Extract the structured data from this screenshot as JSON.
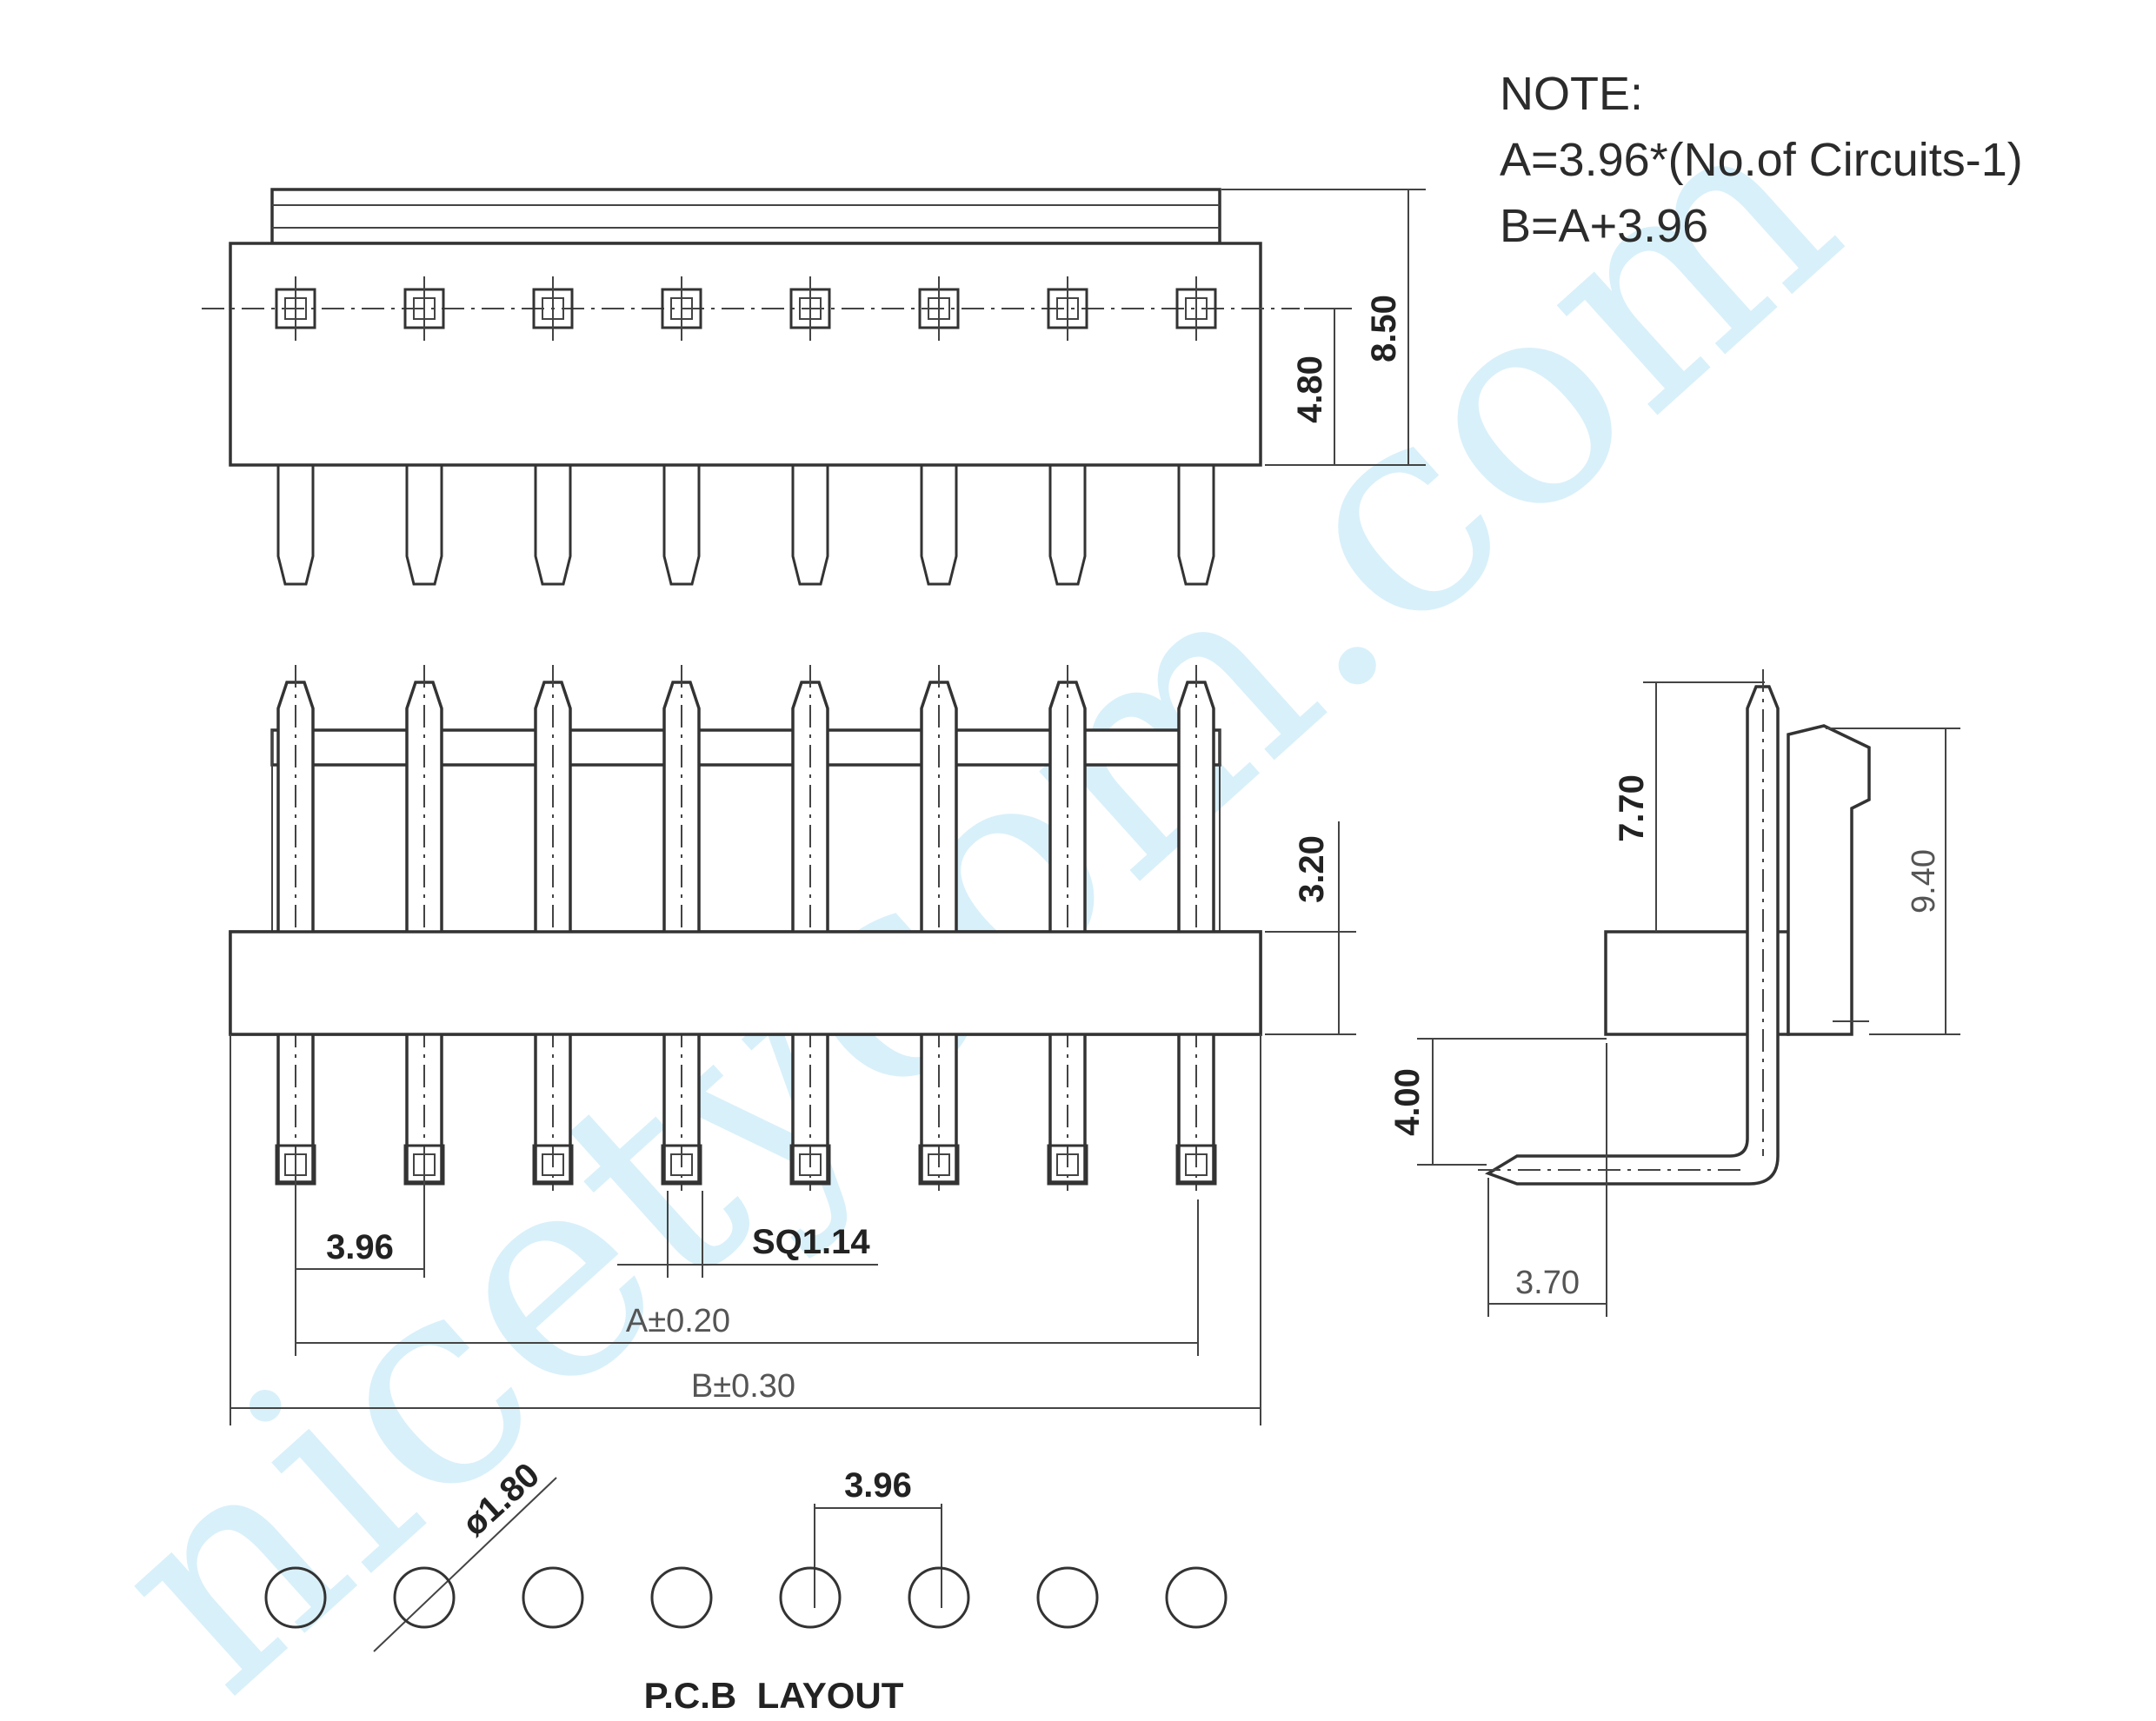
{
  "watermark": "nicetycom.com",
  "note": {
    "title": "NOTE:",
    "line_a": "A=3.96*(No.of Circuits-1)",
    "line_b": "B=A+3.96"
  },
  "dimensions": {
    "top_height": "8.50",
    "top_center": "4.80",
    "front_height": "3.20",
    "pitch": "3.96",
    "pin_square": "SQ1.14",
    "span_a": "A±0.20",
    "span_b": "B±0.30",
    "side_pin_height": "7.70",
    "side_total_height": "9.40",
    "side_tail": "4.00",
    "side_offset": "3.70",
    "pcb_hole": "ø1.80",
    "pcb_pitch": "3.96"
  },
  "pcb_label": "P.C.B  LAYOUT",
  "pin_count": 8,
  "colors": {
    "line": "#333333",
    "watermark": "#d6f0fa",
    "background": "#ffffff"
  }
}
